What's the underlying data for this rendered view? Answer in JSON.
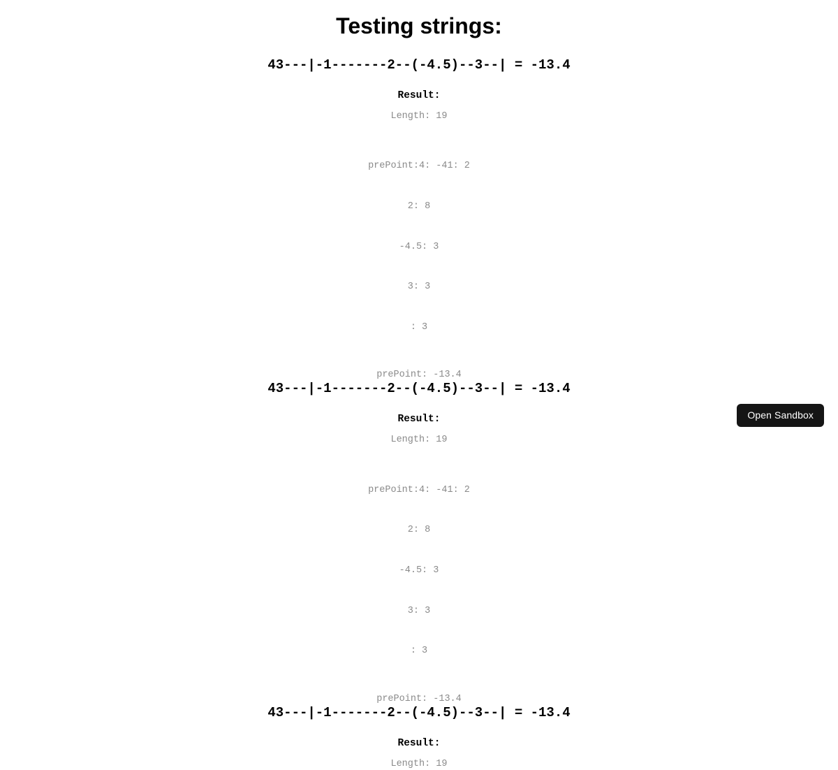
{
  "page": {
    "title": "Testing strings:",
    "background_color": "#ffffff",
    "text_color": "#000000",
    "muted_text_color": "#8a8a8a"
  },
  "blocks": [
    {
      "expression": "43---|-1-------2--(-4.5)--3--| = -13.4",
      "result_heading": "Result:",
      "length_line": "Length: 19",
      "map_rows": [
        "prePoint:4: -41: 2",
        "2: 8",
        "-4.5: 3",
        "3: 3",
        ": 3"
      ],
      "prepoint_line": "prePoint: -13.4"
    },
    {
      "expression": "43---|-1-------2--(-4.5)--3--| = -13.4",
      "result_heading": "Result:",
      "length_line": "Length: 19",
      "map_rows": [
        "prePoint:4: -41: 2",
        "2: 8",
        "-4.5: 3",
        "3: 3",
        ": 3"
      ],
      "prepoint_line": "prePoint: -13.4"
    },
    {
      "expression": "43---|-1-------2--(-4.5)--3--| = -13.4",
      "result_heading": "Result:",
      "length_line": "Length: 19",
      "map_rows": [],
      "prepoint_line": ""
    }
  ],
  "sandbox_button": {
    "label": "Open Sandbox",
    "background_color": "#151515",
    "text_color": "#ffffff"
  }
}
